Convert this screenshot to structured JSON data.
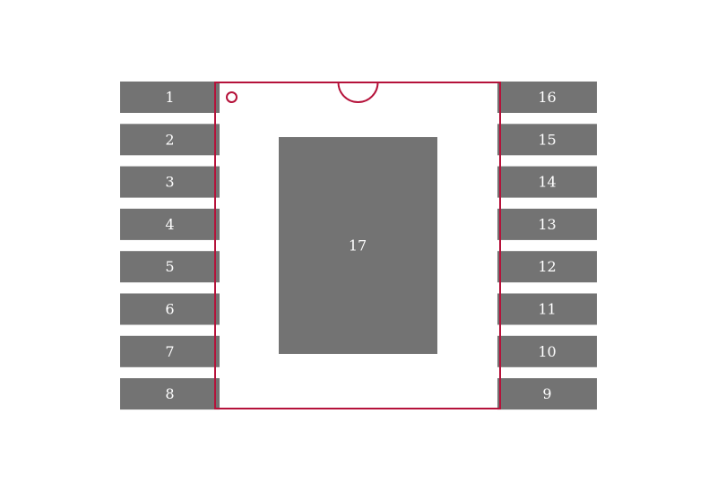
{
  "colors": {
    "background": "#ffffff",
    "pad": "#737373",
    "outline": "#b5123a",
    "label": "#ffffff"
  },
  "left_pins": [
    "1",
    "2",
    "3",
    "4",
    "5",
    "6",
    "7",
    "8"
  ],
  "right_pins": [
    "16",
    "15",
    "14",
    "13",
    "12",
    "11",
    "10",
    "9"
  ],
  "thermal_pad": {
    "label": "17"
  }
}
